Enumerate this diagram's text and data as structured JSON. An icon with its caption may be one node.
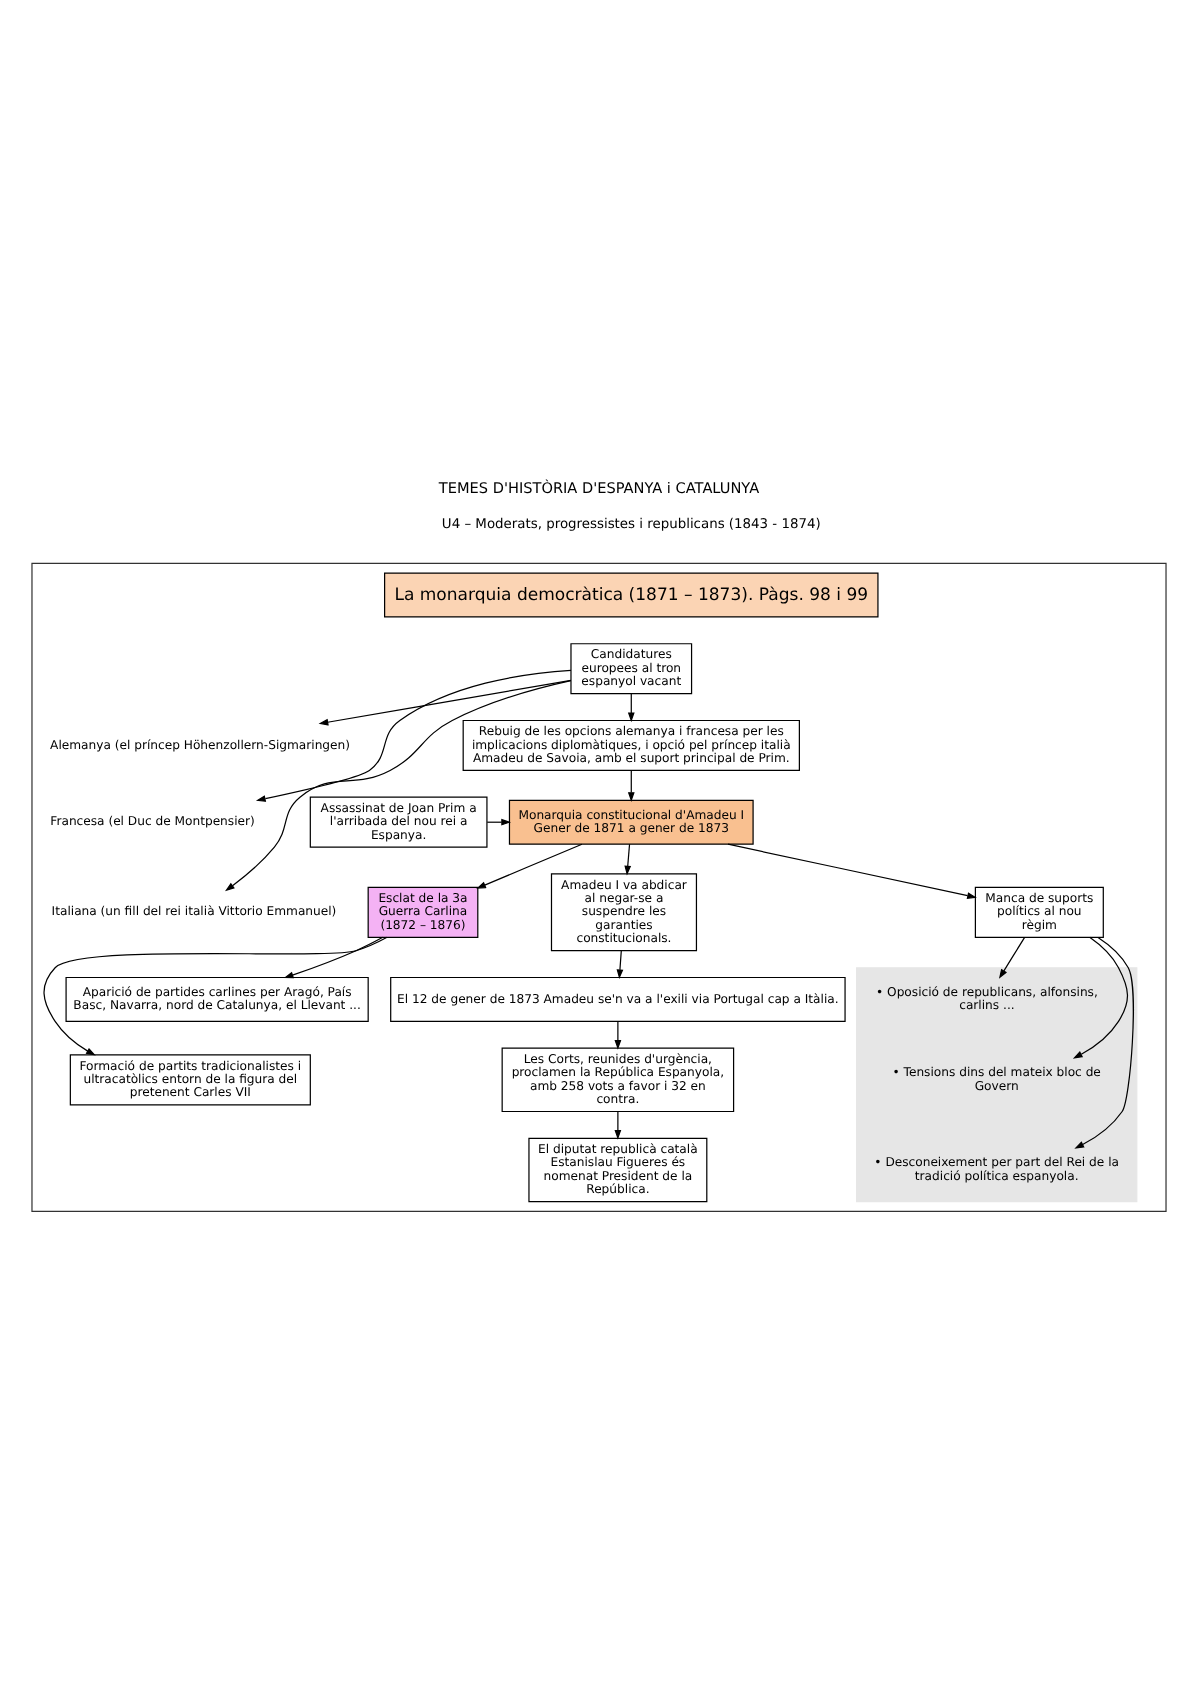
{
  "diagram": {
    "title": "TEMES D'HISTÒRIA D'ESPANYA i CATALUNYA",
    "nodes": [
      {
        "text": [],
        "shape": "box"
      },
      {
        "text": [
          "La monarquia democràtica (1871 – 1873). Pàgs. 98 i 99"
        ],
        "in": 0
      },
      {
        "text": [
          "Candidatures europees al tron espanyol vacant"
        ],
        "in": 0
      },
      {
        "text": [
          "Alemanya (el príncep Höhenzollern-Sigmaringen)"
        ],
        "in": 0
      },
      {
        "text": [
          "Francesa (el Duc de Montpensier)"
        ],
        "in": 0
      },
      {
        "text": [
          "Italiana (un fill del rei italià Vittorio Emmanuel)"
        ],
        "in": 0
      },
      {
        "text": [
          "Rebuig de les opcions alemanya i francesa per les implicacions diplomàtiques, i opció pel príncep italià Amadeu de Savoia, amb el suport principal de Prim."
        ],
        "in": 0
      },
      {
        "text": [
          "Monarquia constitucional d'Amadeu I",
          "Gener de 1871 a gener de 1873"
        ],
        "in": 0
      },
      {
        "text": [
          "Assassinat de Joan Prim a l'arribada del nou rei a Espanya."
        ],
        "in": 0
      },
      {
        "text": [
          "Manca de suports polítics al nou règim"
        ],
        "in": 0
      },
      {
        "text": [],
        "shape": "box",
        "in": 0
      },
      {
        "text": [
          "• Oposició de republicans, alfonsins, carlins ..."
        ],
        "in": 10
      },
      {
        "text": [
          "• Tensions dins del mateix bloc de Govern"
        ],
        "in": 10
      },
      {
        "text": [
          "• Desconeixement per part del Rei de la tradició política espanyola."
        ],
        "in": 10
      },
      {
        "text": [
          "Esclat de la 3a Guerra Carlina (1872 – 1876)"
        ],
        "in": 0
      },
      {
        "text": [
          "Aparició de partides carlines per Aragó, País Basc, Navarra, nord de Catalunya, el Llevant ..."
        ],
        "in": 0
      },
      {
        "text": [
          "Formació de partits tradicionalistes i ultracatòlics entorn de la figura del pretenent Carles VII"
        ],
        "in": 0
      },
      {
        "text": [
          "Amadeu I va abdicar al negar-se a suspendre les garanties constitucionals."
        ],
        "in": 0
      },
      {
        "text": [
          "El 12 de gener de 1873 Amadeu se'n va a l'exili via Portugal cap a Itàlia."
        ],
        "in": 0
      },
      {
        "text": [
          "Les Corts, reunides d'urgència, proclamen la República Espanyola, amb 258 vots a favor i 32 en contra."
        ],
        "in": 0
      },
      {
        "text": [
          "El diputat republicà català Estanislau Figueres és nomenat President de la República."
        ],
        "in": 0
      }
    ],
    "edges": [
      {
        "from": 2,
        "to": 3,
        "arrow": "to"
      },
      {
        "from": 2,
        "to": 4,
        "arrow": "to"
      },
      {
        "from": 2,
        "to": 5,
        "arrow": "to"
      },
      {
        "from": 2,
        "to": 6,
        "arrow": "to"
      },
      {
        "from": 6,
        "to": 7,
        "arrow": "to"
      },
      {
        "from": 8,
        "to": 7,
        "arrow": "to"
      },
      {
        "from": 7,
        "to": 9,
        "arrow": "to"
      },
      {
        "from": 9,
        "to": 11,
        "arrow": "to"
      },
      {
        "from": 9,
        "to": 12,
        "arrow": "to"
      },
      {
        "from": 9,
        "to": 13,
        "arrow": "to"
      },
      {
        "from": 7,
        "to": 14,
        "arrow": "to"
      },
      {
        "from": 7,
        "to": 17,
        "arrow": "to"
      },
      {
        "from": 14,
        "to": 15,
        "arrow": "to"
      },
      {
        "from": 14,
        "to": 16,
        "arrow": "to"
      },
      {
        "from": 17,
        "to": 18,
        "arrow": "to"
      },
      {
        "from": 18,
        "to": 19,
        "arrow": "to"
      },
      {
        "from": 19,
        "to": 20,
        "arrow": "to"
      }
    ],
    "labels": [
      "U4 – Moderats, progressistes i republicans (1843 - 1874)"
    ]
  }
}
